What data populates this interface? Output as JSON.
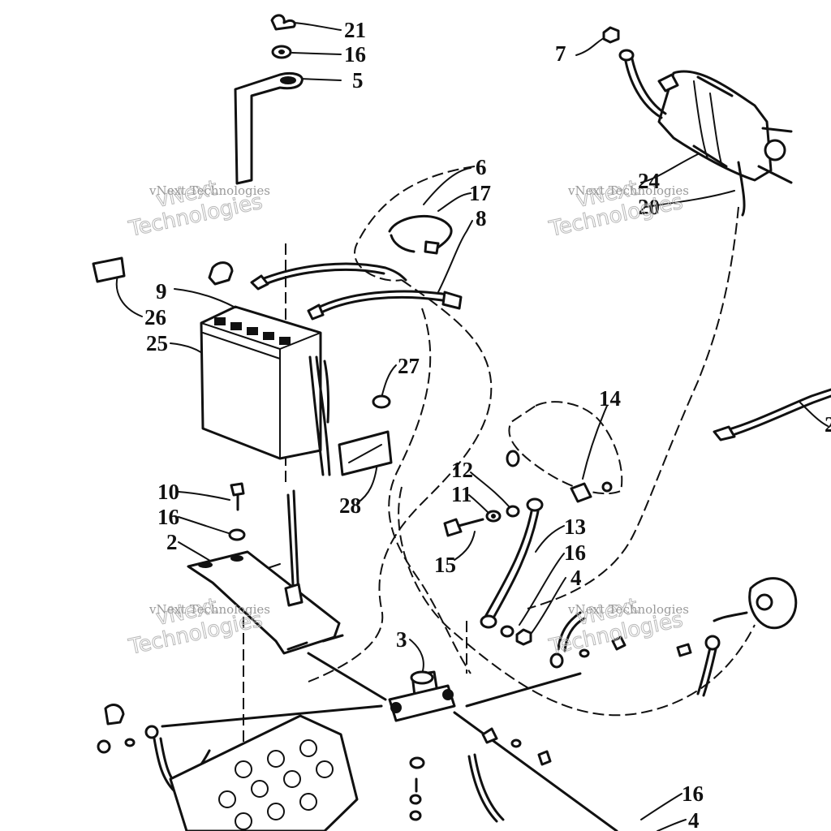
{
  "callouts": [
    "21",
    "16",
    "5",
    "7",
    "6",
    "17",
    "8",
    "24",
    "20",
    "9",
    "26",
    "25",
    "27",
    "14",
    "12",
    "11",
    "13",
    "16",
    "4",
    "15",
    "10",
    "16",
    "2",
    "28",
    "3",
    "16",
    "4",
    "2"
  ],
  "watermark": {
    "brand_small": "vNext Technologies",
    "brand_large_1": "vNext",
    "brand_large_2": "Technologies"
  }
}
